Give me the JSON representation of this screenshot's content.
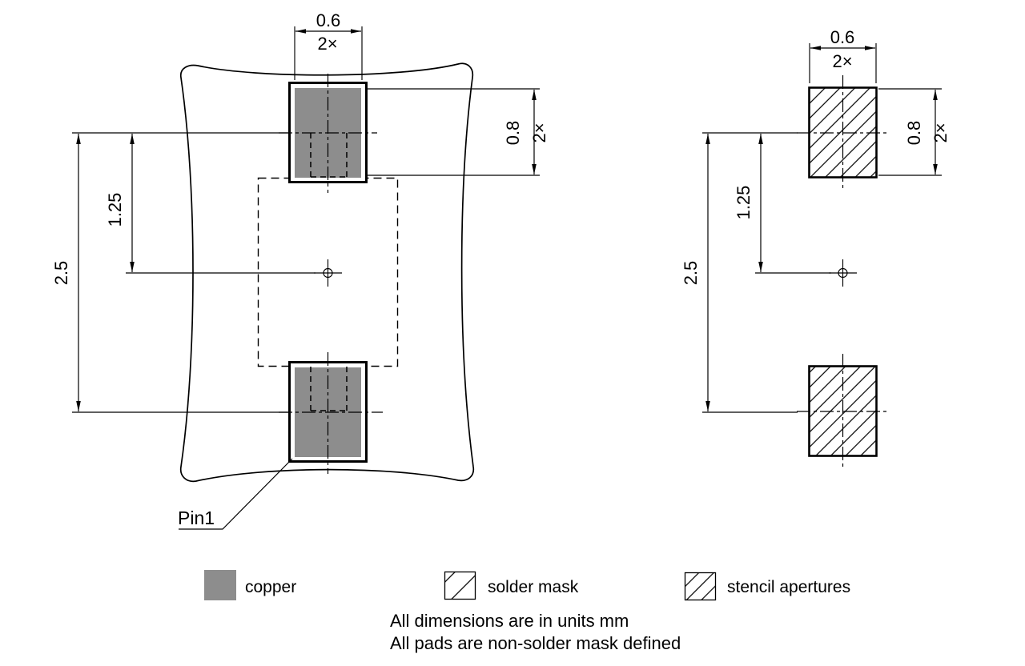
{
  "values": {
    "pad_width": "0.6",
    "pad_height": "0.8",
    "half_pitch": "1.25",
    "pitch": "2.5",
    "times": "2×"
  },
  "labels": {
    "pin1": "Pin1"
  },
  "legend": {
    "copper": "copper",
    "solder_mask": "solder mask",
    "stencil_apertures": "stencil apertures"
  },
  "notes": {
    "units": "All dimensions are in units mm",
    "nsmd": "All pads are non-solder mask defined"
  },
  "colors": {
    "copper_fill": "#8d8d8d",
    "line": "#000000",
    "background": "#ffffff"
  }
}
